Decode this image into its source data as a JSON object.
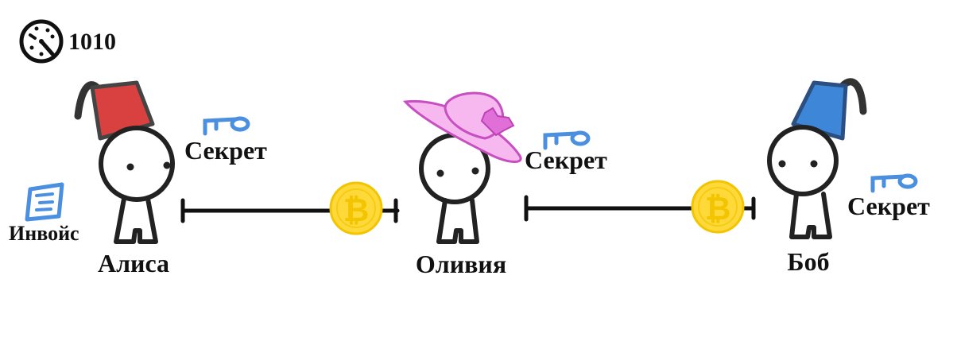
{
  "block_height": "1010",
  "labels": {
    "alice": "Алиса",
    "olivia": "Оливия",
    "bob": "Боб",
    "invoice": "Инвойс",
    "secret_alice": "Секрет",
    "secret_olivia": "Секрет",
    "secret_bob": "Секрет"
  },
  "icons": {
    "timer": "clock-icon",
    "invoice": "invoice-icon",
    "key": "key-icon",
    "coin": "bitcoin-coin-icon"
  },
  "colors": {
    "alice_hat": "#d94040",
    "bob_hat": "#3e86d8",
    "olivia_hat": "#f7b8f0",
    "olivia_flower": "#e070d8",
    "key": "#4a8fe0",
    "invoice": "#4a8fe0",
    "coin": "#ffd93a",
    "coin_symbol": "#f3c400",
    "ink": "#222222"
  }
}
